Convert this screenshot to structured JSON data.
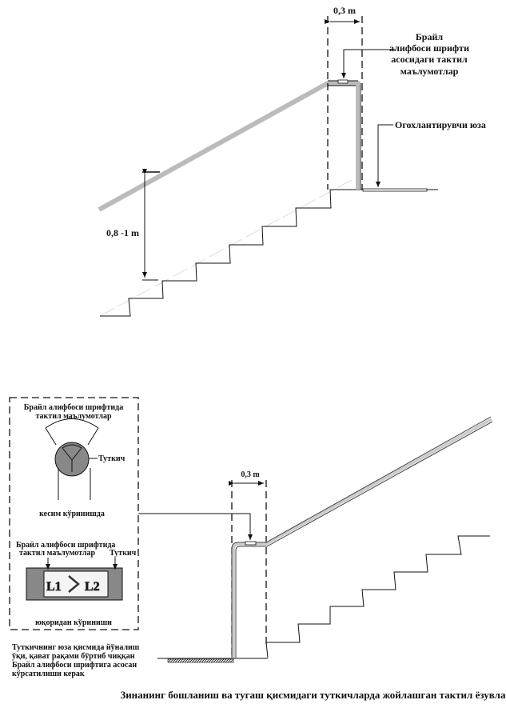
{
  "top": {
    "width_dim": "0,3 m",
    "height_dim": "0,8 -1 m",
    "braille_label": [
      "Брайл",
      "алифбоси  шрифти",
      "асосидаги тактил",
      "маълумотлар"
    ],
    "warning_label": "Огохлантирувчи юза"
  },
  "bottom": {
    "width_dim": "0,3 m",
    "inset": {
      "section_braille_label": [
        "Брайл алифбоси шрифтида",
        "тактил маълумотлар"
      ],
      "section_handrail_label": "Туткич",
      "section_caption": "кесим кўринишда",
      "top_braille_label": [
        "Брайл алифбоси шрифтида",
        "тактил маълумотлар"
      ],
      "top_handrail_label": "Туткич",
      "plate_left": "L1",
      "plate_right": "L2",
      "top_caption": "юқоридан кўриниши"
    },
    "note": [
      "Туткичнинг юза қисмида йўналиш",
      "ўқи, қават рақами бўртиб чиққан",
      "Брайл алифбоси шрифтига асосан",
      "кўрсатилиши керак"
    ]
  },
  "caption": "Зинанинг бошланиш ва тугаш қисмидаги туткичларда жойлашган тактил ёзувлар"
}
